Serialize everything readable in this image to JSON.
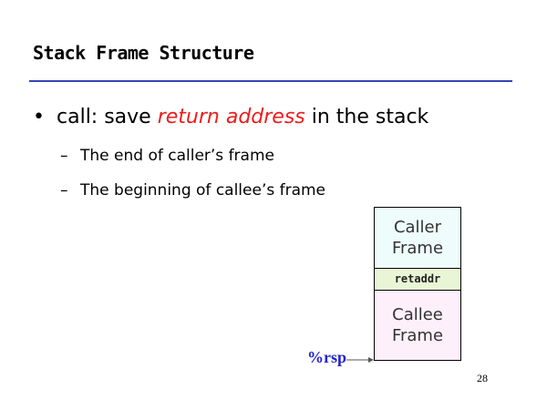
{
  "slide": {
    "title": "Stack Frame Structure",
    "bullet": {
      "marker": "•",
      "prefix": "call: save ",
      "highlight": "return address",
      "suffix": " in the stack"
    },
    "sub_bullets": [
      {
        "dash": "–",
        "text": "The end of caller’s frame"
      },
      {
        "dash": "–",
        "text": "The beginning of callee’s frame"
      }
    ],
    "page_number": "28"
  },
  "diagram": {
    "caller_line1": "Caller",
    "caller_line2": "Frame",
    "retaddr": "retaddr",
    "callee_line1": "Callee",
    "callee_line2": "Frame",
    "pointer_label": "%rsp"
  },
  "colors": {
    "title_rule": "#3344bb",
    "highlight": "#ee1c1c",
    "pointer_label": "#2222cc",
    "caller_fill": "#eefcfb",
    "retaddr_fill": "#e9f6d6",
    "callee_fill": "#fdf0fb"
  }
}
